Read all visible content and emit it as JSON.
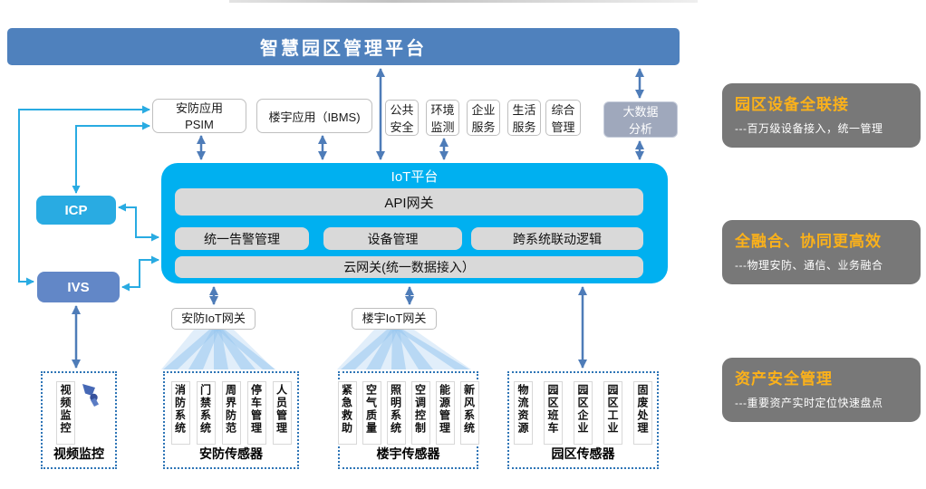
{
  "colors": {
    "banner_blue": "#4F81BD",
    "platform_cyan": "#00B0F0",
    "module_bar_gray": "#D9D9D9",
    "icp_blue": "#29ABE2",
    "ivs_blue": "#6287C7",
    "bigdata_gray": "#9FA8BC",
    "benefit_gray": "#787878",
    "benefit_title_orange": "#FBB11A",
    "arrow_steel_blue": "#4E7CB8",
    "arrow_light_blue": "#29ABE2",
    "dashed_border_blue": "#2E75B6"
  },
  "banner": {
    "title": "智慧园区管理平台"
  },
  "apps": {
    "psim_line1": "安防应用",
    "psim_line2": "PSIM",
    "ibms": "楼宇应用（IBMS)",
    "services": [
      {
        "line1": "公共",
        "line2": "安全"
      },
      {
        "line1": "环境",
        "line2": "监测"
      },
      {
        "line1": "企业",
        "line2": "服务"
      },
      {
        "line1": "生活",
        "line2": "服务"
      },
      {
        "line1": "综合",
        "line2": "管理"
      }
    ],
    "bigdata_line1": "大数据",
    "bigdata_line2": "分析"
  },
  "left_systems": {
    "icp": "ICP",
    "ivs": "IVS"
  },
  "iot_platform": {
    "title": "IoT平台",
    "api_gateway": "API网关",
    "modules": [
      "统一告警管理",
      "设备管理",
      "跨系统联动逻辑"
    ],
    "cloud_gateway": "云网关(统一数据接入）"
  },
  "gateways": {
    "security": "安防IoT网关",
    "building": "楼宇IoT网关"
  },
  "sensor_groups": {
    "video": {
      "label": "视频监控",
      "columns": [
        "视频监控"
      ]
    },
    "security": {
      "label": "安防传感器",
      "columns": [
        "消防系统",
        "门禁系统",
        "周界防范",
        "停车管理",
        "人员管理"
      ]
    },
    "building": {
      "label": "楼宇传感器",
      "columns": [
        "紧急救助",
        "空气质量",
        "照明系统",
        "空调控制",
        "能源管理",
        "新风系统"
      ]
    },
    "park": {
      "label": "园区传感器",
      "columns": [
        "物流资源",
        "园区班车",
        "园区企业",
        "园区工业",
        "固废处理"
      ]
    }
  },
  "benefits": [
    {
      "title": "园区设备全联接",
      "desc": "---百万级设备接入，统一管理"
    },
    {
      "title": "全融合、协同更高效",
      "desc": "---物理安防、通信、业务融合"
    },
    {
      "title": "资产安全管理",
      "desc": "---重要资产实时定位快速盘点"
    }
  ]
}
